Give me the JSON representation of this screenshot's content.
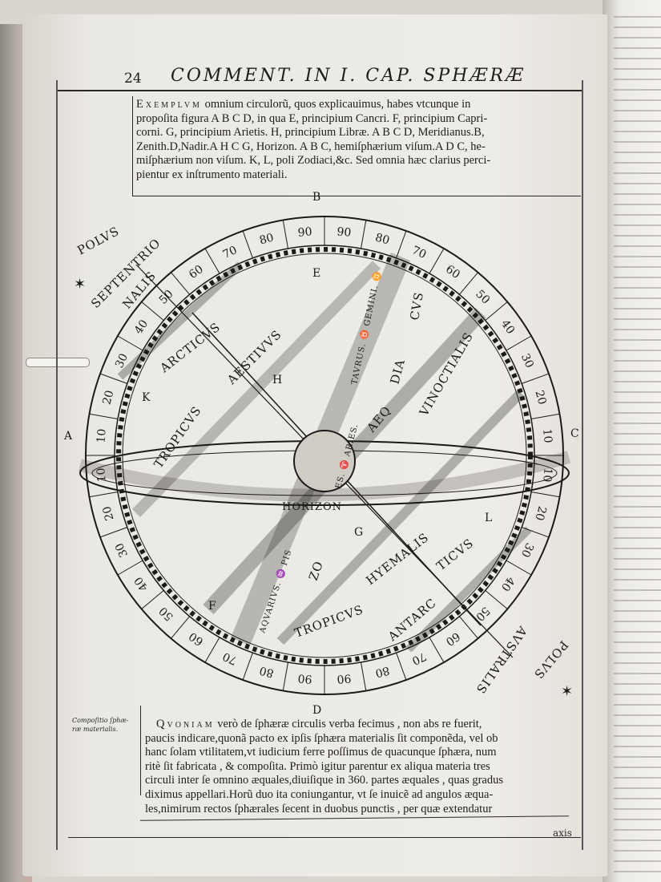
{
  "header": {
    "page_number": "24",
    "running_head": "COMMENT. IN I. CAP. SPHÆRÆ"
  },
  "top_paragraph": {
    "lead": "Exemplvm",
    "lines": [
      " omnium circulorũ, quos explicauimus, habes vtcunque in",
      "propoſita figura A B C D, in qua E, principium Cancri. F, principium Capri-",
      "corni. G, principium Arietis. H, principium Libræ. A B C D, Meridianus.B,",
      "Zenith.D,Nadir.A H C G, Horizon. A B C, hemiſphærium viſum.A D C, he-",
      "miſphærium non viſum. K, L, poli Zodiaci,&c. Sed omnia hæc clarius perci-",
      "pientur ex inſtrumento materiali."
    ]
  },
  "figure": {
    "letters": {
      "A": "A",
      "B": "B",
      "C": "C",
      "D": "D",
      "E": "E",
      "F": "F",
      "G": "G",
      "H": "H",
      "K": "K",
      "L": "L"
    },
    "degree_labels": [
      "10",
      "20",
      "30",
      "40",
      "50",
      "60",
      "70",
      "80",
      "90"
    ],
    "circle_labels": {
      "polus_north_1": "POLVS",
      "polus_north_2": "SEPTENTRIO",
      "polus_north_3": "NALIS",
      "arcticus": "ARCTICVS",
      "tropicus_aestivus_1": "TROPICVS",
      "tropicus_aestivus_2": "AESTIVVS",
      "aequinoctialis_1": "AEQ",
      "aequinoctialis_2": "VINOCTIALIS",
      "zodiacus_1": "ZO",
      "zodiacus_2": "DIA",
      "zodiacus_3": "CVS",
      "horizon": "HORIZON",
      "tropicus_hyemalis_1": "TROPICVS",
      "tropicus_hyemalis_2": "HYEMALIS",
      "antarcticus_1": "ANTARC",
      "antarcticus_2": "TICVS",
      "polus_south_1": "POLVS",
      "polus_south_2": "AVSTRALIS",
      "signs_1": "TAVRUS. ♉ GEMINI. ♊",
      "signs_2": "ES. ♈ ARIES.",
      "signs_3": "AQVARIVS. ♒ PIS"
    }
  },
  "margin_note": {
    "line1": "Compoſitio ſphæ-",
    "line2": "ræ materialis."
  },
  "bottom_paragraph": {
    "lead": "Qvoniam",
    "lines": [
      " verò de ſphæræ circulis verba fecimus , non abs re fuerit,",
      "paucis indicare,quonã pacto ex ipſis ſphæra materialis ſit componẽda, vel ob",
      "hanc ſolam vtilitatem,vt iudicium ferre poſſimus de quacunque ſphæra, num",
      "ritè ſit fabricata , & compoſita. Primò igitur parentur ex aliqua materia tres",
      "circuli inter ſe omnino æquales,diuiſique in 360. partes æquales , quas gradus",
      "diximus appellari.Horũ duo ita coniungantur, vt ſe inuicẽ ad angulos æqua-",
      "les,nimirum rectos ſphærales ſecent in duobus punctis , per quæ extendatur"
    ]
  },
  "catchword": "axis",
  "colors": {
    "paper": "#eeece7",
    "ink": "#1c1a19",
    "cover": "#8a8580"
  }
}
